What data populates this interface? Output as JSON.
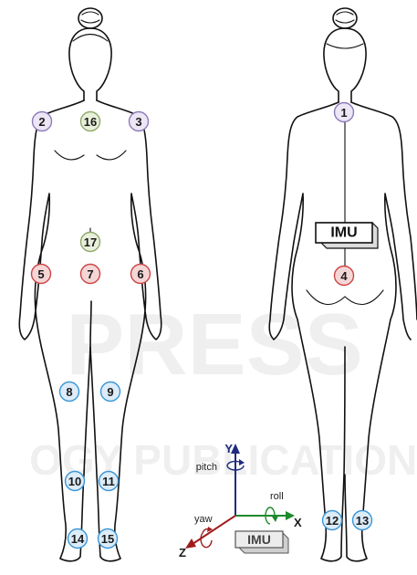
{
  "watermark": {
    "line1": "PRESS",
    "line2": "OGY PUBLICATIONS"
  },
  "colors": {
    "purple_fill": "#ece6f5",
    "purple_stroke": "#8c7bb8",
    "green_fill": "#e8f0dc",
    "green_stroke": "#8fa86a",
    "red_fill": "#f5d6d6",
    "red_stroke": "#cc4444",
    "blue_fill": "#dcecf8",
    "blue_stroke": "#3a96d6",
    "axis_y": "#1f2a80",
    "axis_x": "#1e8a2c",
    "axis_z": "#a01c1c"
  },
  "markers": [
    {
      "id": "1",
      "group": "purple"
    },
    {
      "id": "2",
      "group": "purple"
    },
    {
      "id": "3",
      "group": "purple"
    },
    {
      "id": "4",
      "group": "red"
    },
    {
      "id": "5",
      "group": "red"
    },
    {
      "id": "6",
      "group": "red"
    },
    {
      "id": "7",
      "group": "red"
    },
    {
      "id": "8",
      "group": "blue"
    },
    {
      "id": "9",
      "group": "blue"
    },
    {
      "id": "10",
      "group": "blue"
    },
    {
      "id": "11",
      "group": "blue"
    },
    {
      "id": "12",
      "group": "blue"
    },
    {
      "id": "13",
      "group": "blue"
    },
    {
      "id": "14",
      "group": "blue"
    },
    {
      "id": "15",
      "group": "blue"
    },
    {
      "id": "16",
      "group": "green"
    },
    {
      "id": "17",
      "group": "green"
    }
  ],
  "imu_back_label": "IMU",
  "axes": {
    "y_label": "Y",
    "x_label": "X",
    "z_label": "Z",
    "pitch_label": "pitch",
    "roll_label": "roll",
    "yaw_label": "yaw",
    "imu_label": "IMU"
  }
}
